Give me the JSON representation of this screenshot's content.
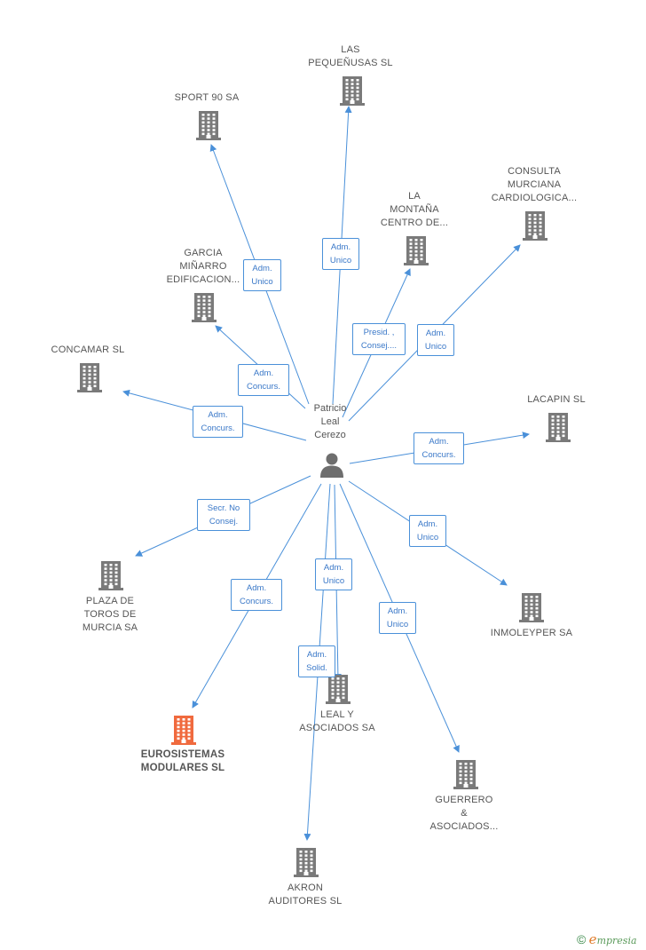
{
  "person": {
    "name_lines": [
      "Patricio",
      "Leal",
      "Cerezo"
    ]
  },
  "colors": {
    "building": "#7a7a7a",
    "building_highlight": "#f06a3e",
    "link": "#4a90d9",
    "label": "#555555"
  },
  "companies": [
    {
      "id": "las-pequenusas",
      "lines": [
        "LAS",
        "PEQUEÑUSAS SL"
      ],
      "highlight": false
    },
    {
      "id": "sport-90",
      "lines": [
        "SPORT 90 SA"
      ],
      "highlight": false
    },
    {
      "id": "consulta-murciana",
      "lines": [
        "CONSULTA",
        "MURCIANA",
        "CARDIOLOGICA..."
      ],
      "highlight": false
    },
    {
      "id": "la-montana",
      "lines": [
        "LA",
        "MONTAÑA",
        "CENTRO DE..."
      ],
      "highlight": false
    },
    {
      "id": "garcia-minarro",
      "lines": [
        "GARCIA",
        "MIÑARRO",
        "EDIFICACION..."
      ],
      "highlight": false
    },
    {
      "id": "concamar",
      "lines": [
        "CONCAMAR SL"
      ],
      "highlight": false
    },
    {
      "id": "lacapin",
      "lines": [
        "LACAPIN SL"
      ],
      "highlight": false
    },
    {
      "id": "plaza-toros",
      "lines": [
        "PLAZA DE",
        "TOROS DE",
        "MURCIA SA"
      ],
      "highlight": false
    },
    {
      "id": "inmoleyper",
      "lines": [
        "INMOLEYPER SA"
      ],
      "highlight": false
    },
    {
      "id": "leal-asociados",
      "lines": [
        "LEAL Y",
        "ASOCIADOS SA"
      ],
      "highlight": false
    },
    {
      "id": "eurosistemas",
      "lines": [
        "EUROSISTEMAS",
        "MODULARES SL"
      ],
      "highlight": true
    },
    {
      "id": "guerrero",
      "lines": [
        "GUERRERO",
        "&",
        "ASOCIADOS..."
      ],
      "highlight": false
    },
    {
      "id": "akron",
      "lines": [
        "AKRON",
        "AUDITORES SL"
      ],
      "highlight": false
    }
  ],
  "relations": [
    {
      "target": "las-pequenusas",
      "lines": [
        "Adm.",
        "Unico"
      ]
    },
    {
      "target": "sport-90",
      "lines": [
        "Adm.",
        "Unico"
      ]
    },
    {
      "target": "la-montana",
      "lines": [
        "Presid. ,",
        "Consej...."
      ]
    },
    {
      "target": "consulta-murciana",
      "lines": [
        "Adm.",
        "Unico"
      ]
    },
    {
      "target": "garcia-minarro",
      "lines": [
        "Adm.",
        "Concurs."
      ]
    },
    {
      "target": "concamar",
      "lines": [
        "Adm.",
        "Concurs."
      ]
    },
    {
      "target": "lacapin",
      "lines": [
        "Adm.",
        "Concurs."
      ]
    },
    {
      "target": "plaza-toros",
      "lines": [
        "Secr.  No",
        "Consej."
      ]
    },
    {
      "target": "inmoleyper",
      "lines": [
        "Adm.",
        "Unico"
      ]
    },
    {
      "target": "leal-asociados",
      "lines": [
        "Adm.",
        "Unico"
      ]
    },
    {
      "target": "eurosistemas",
      "lines": [
        "Adm.",
        "Concurs."
      ]
    },
    {
      "target": "guerrero",
      "lines": [
        "Adm.",
        "Unico"
      ]
    },
    {
      "target": "akron",
      "lines": [
        "Adm.",
        "Solid."
      ]
    }
  ],
  "footer": {
    "copyright": "©",
    "brand_initial": "e",
    "brand_rest": "mpresia"
  }
}
